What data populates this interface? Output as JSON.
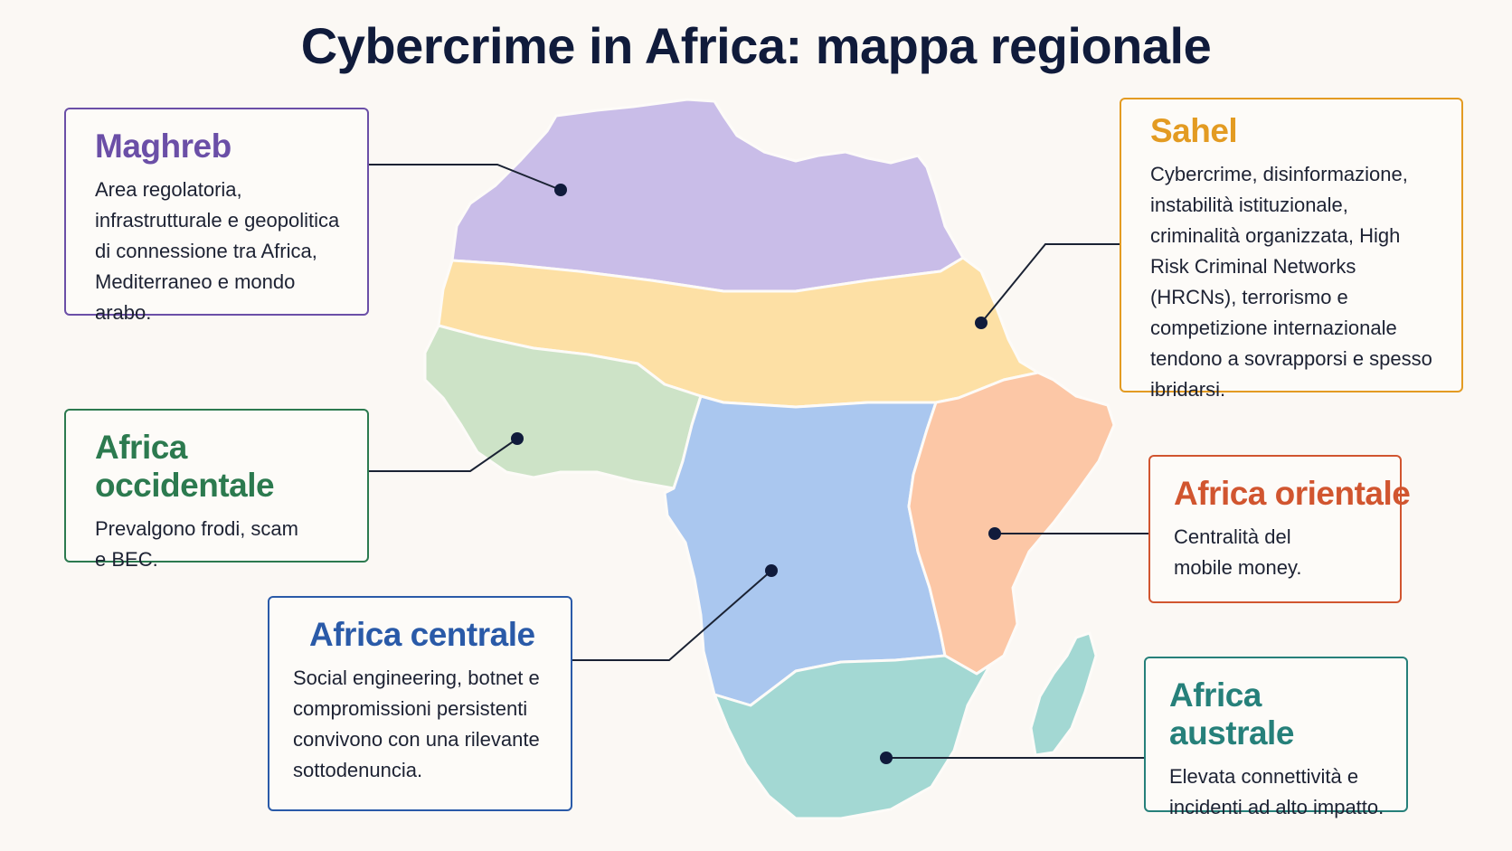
{
  "title": "Cybercrime in Africa: mappa regionale",
  "regions": [
    {
      "id": "maghreb",
      "name": "Maghreb",
      "description": "Area regolatoria, infrastrutturale e geopolitica di connessione tra Africa, Mediterraneo e mondo arabo.",
      "color": "#6b4fa7",
      "fill": "#c9bde8"
    },
    {
      "id": "sahel",
      "name": "Sahel",
      "description": "Cybercrime, disinformazione, instabilità istituzionale, criminalità organizzata, High Risk Criminal Networks (HRCNs), terrorismo e competizione internazionale tendono a sovrapporsi e spesso ibridarsi.",
      "color": "#e39b22",
      "fill": "#fde0a5"
    },
    {
      "id": "occidentale",
      "name": "Africa occidentale",
      "description": "Prevalgono frodi, scam e BEC.",
      "color": "#2c7a4f",
      "fill": "#cde3c7"
    },
    {
      "id": "centrale",
      "name": "Africa centrale",
      "description": "Social engineering, botnet e compromissioni persistenti convivono con una rilevante sottodenuncia.",
      "color": "#2a5aa8",
      "fill": "#aac7ef"
    },
    {
      "id": "orientale",
      "name": "Africa orientale",
      "description": "Centralità del mobile money.",
      "color": "#d1552f",
      "fill": "#fcc7a6"
    },
    {
      "id": "australe",
      "name": "Africa australe",
      "description": "Elevata connettività e incidenti ad alto impatto.",
      "color": "#26807a",
      "fill": "#a3d8d3"
    }
  ],
  "icons": {
    "marker": "location-dot-icon"
  }
}
